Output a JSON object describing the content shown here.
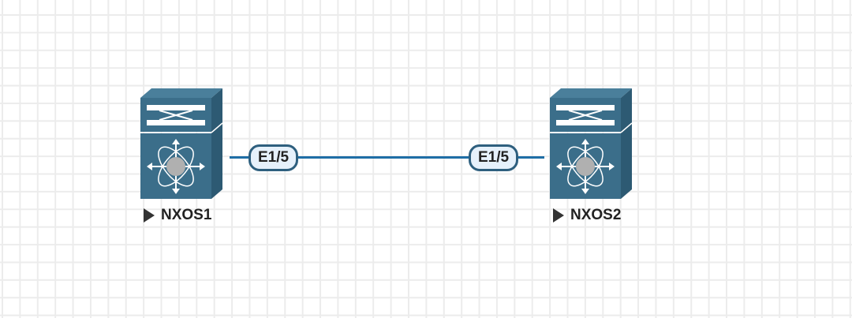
{
  "nodes": [
    {
      "name": "NXOS1",
      "icon": "nexus-switch-icon"
    },
    {
      "name": "NXOS2",
      "icon": "nexus-switch-icon"
    }
  ],
  "links": [
    {
      "from": "NXOS1",
      "to": "NXOS2",
      "from_port": "E1/5",
      "to_port": "E1/5"
    }
  ],
  "colors": {
    "device": "#3b6e8a",
    "link": "#1f6ea6",
    "port_fill": "#e6f1fb",
    "port_border": "#2e5f7e"
  }
}
